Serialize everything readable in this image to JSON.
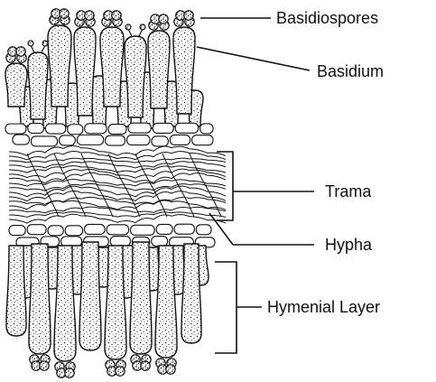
{
  "labels": {
    "basidiospores": "Basidiospores",
    "basidium": "Basidium",
    "trama": "Trama",
    "hypha": "Hypha",
    "hymenial_layer": "Hymenial Layer"
  },
  "colors": {
    "ink": "#111111",
    "background": "#ffffff"
  }
}
